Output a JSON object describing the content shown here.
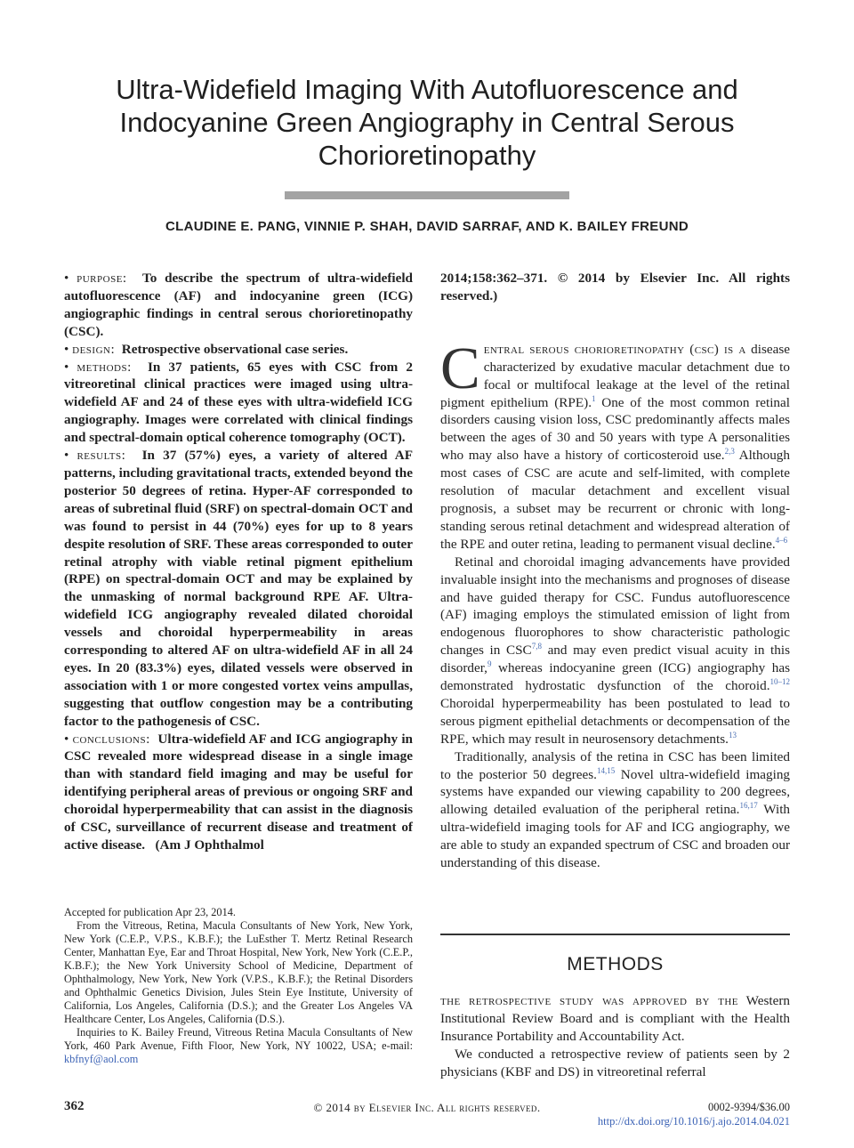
{
  "article": {
    "title_line1": "Ultra-Widefield Imaging With Autofluorescence and",
    "title_line2": "Indocyanine Green Angiography in Central Serous",
    "title_line3": "Chorioretinopathy",
    "authors": "CLAUDINE E. PANG, VINNIE P. SHAH, DAVID SARRAF, AND K. BAILEY FREUND"
  },
  "abstract": {
    "purpose_head": "purpose:",
    "purpose_text": "To describe the spectrum of ultra-widefield autofluorescence (AF) and indocyanine green (ICG) angiographic findings in central serous chorioretinopathy (CSC).",
    "design_head": "design:",
    "design_text": "Retrospective observational case series.",
    "methods_head": "methods:",
    "methods_text": "In 37 patients, 65 eyes with CSC from 2 vitreoretinal clinical practices were imaged using ultra-widefield AF and 24 of these eyes with ultra-widefield ICG angiography. Images were correlated with clinical findings and spectral-domain optical coherence tomography (OCT).",
    "results_head": "results:",
    "results_text": "In 37 (57%) eyes, a variety of altered AF patterns, including gravitational tracts, extended beyond the posterior 50 degrees of retina. Hyper-AF corresponded to areas of subretinal fluid (SRF) on spectral-domain OCT and was found to persist in 44 (70%) eyes for up to 8 years despite resolution of SRF. These areas corresponded to outer retinal atrophy with viable retinal pigment epithelium (RPE) on spectral-domain OCT and may be explained by the unmasking of normal background RPE AF. Ultra-widefield ICG angiography revealed dilated choroidal vessels and choroidal hyperpermeability in areas corresponding to altered AF on ultra-widefield AF in all 24 eyes. In 20 (83.3%) eyes, dilated vessels were observed in association with 1 or more congested vortex veins ampullas, suggesting that outflow congestion may be a contributing factor to the pathogenesis of CSC.",
    "conclusions_head": "conclusions:",
    "conclusions_text": "Ultra-widefield AF and ICG angiography in CSC revealed more widespread disease in a single image than with standard field imaging and may be useful for identifying peripheral areas of previous or ongoing SRF and choroidal hyperpermeability that can assist in the diagnosis of CSC, surveillance of recurrent disease and treatment of active disease.",
    "citation_start": "(Am J Ophthalmol",
    "citation_end": "2014;158:362–371. © 2014 by Elsevier Inc. All rights reserved.)"
  },
  "intro": {
    "dropcap": "C",
    "lead_caps": "entral serous chorioretinopathy (csc) is a",
    "p1_a": "disease characterized by exudative macular detachment due to focal or multifocal leakage at the level of the retinal pigment epithelium (RPE).",
    "p1_ref1": "1",
    "p1_b": " One of the most common retinal disorders causing vision loss, CSC predominantly affects males between the ages of 30 and 50 years with type A personalities who may also have a history of corticosteroid use.",
    "p1_ref2": "2,3",
    "p1_c": " Although most cases of CSC are acute and self-limited, with complete resolution of macular detachment and excellent visual prognosis, a subset may be recurrent or chronic with long-standing serous retinal detachment and widespread alteration of the RPE and outer retina, leading to permanent visual decline.",
    "p1_ref3": "4–6",
    "p2_a": "Retinal and choroidal imaging advancements have provided invaluable insight into the mechanisms and prognoses of disease and have guided therapy for CSC. Fundus autofluorescence (AF) imaging employs the stimulated emission of light from endogenous fluorophores to show characteristic pathologic changes in CSC",
    "p2_ref1": "7,8",
    "p2_b": " and may even predict visual acuity in this disorder,",
    "p2_ref2": "9",
    "p2_c": " whereas indocyanine green (ICG) angiography has demonstrated hydrostatic dysfunction of the choroid.",
    "p2_ref3": "10–12",
    "p2_d": " Choroidal hyperpermeability has been postulated to lead to serous pigment epithelial detachments or decompensation of the RPE, which may result in neurosensory detachments.",
    "p2_ref4": "13",
    "p3_a": "Traditionally, analysis of the retina in CSC has been limited to the posterior 50 degrees.",
    "p3_ref1": "14,15",
    "p3_b": " Novel ultra-widefield imaging systems have expanded our viewing capability to 200 degrees, allowing detailed evaluation of the peripheral retina.",
    "p3_ref2": "16,17",
    "p3_c": " With ultra-widefield imaging tools for AF and ICG angiography, we are able to study an expanded spectrum of CSC and broaden our understanding of this disease."
  },
  "methods": {
    "heading": "METHODS",
    "lead_caps": "the retrospective study was approved by the",
    "p1": "Western Institutional Review Board and is compliant with the Health Insurance Portability and Accountability Act.",
    "p2": "We conducted a retrospective review of patients seen by 2 physicians (KBF and DS) in vitreoretinal referral"
  },
  "footnote": {
    "accepted": "Accepted for publication Apr 23, 2014.",
    "affiliations": "From the Vitreous, Retina, Macula Consultants of New York, New York, New York (C.E.P., V.P.S., K.B.F.); the LuEsther T. Mertz Retinal Research Center, Manhattan Eye, Ear and Throat Hospital, New York, New York (C.E.P., K.B.F.); the New York University School of Medicine, Department of Ophthalmology, New York, New York (V.P.S., K.B.F.); the Retinal Disorders and Ophthalmic Genetics Division, Jules Stein Eye Institute, University of California, Los Angeles, California (D.S.); and the Greater Los Angeles VA Healthcare Center, Los Angeles, California (D.S.).",
    "inquiries": "Inquiries to K. Bailey Freund, Vitreous Retina Macula Consultants of New York, 460 Park Avenue, Fifth Floor, New York, NY 10022, USA; e-mail: ",
    "email": "kbfnyf@aol.com"
  },
  "footer": {
    "page_number": "362",
    "copyright": "© 2014 by Elsevier Inc. All rights reserved.",
    "issn": "0002-9394/$36.00",
    "doi": "http://dx.doi.org/10.1016/j.ajo.2014.04.021"
  }
}
